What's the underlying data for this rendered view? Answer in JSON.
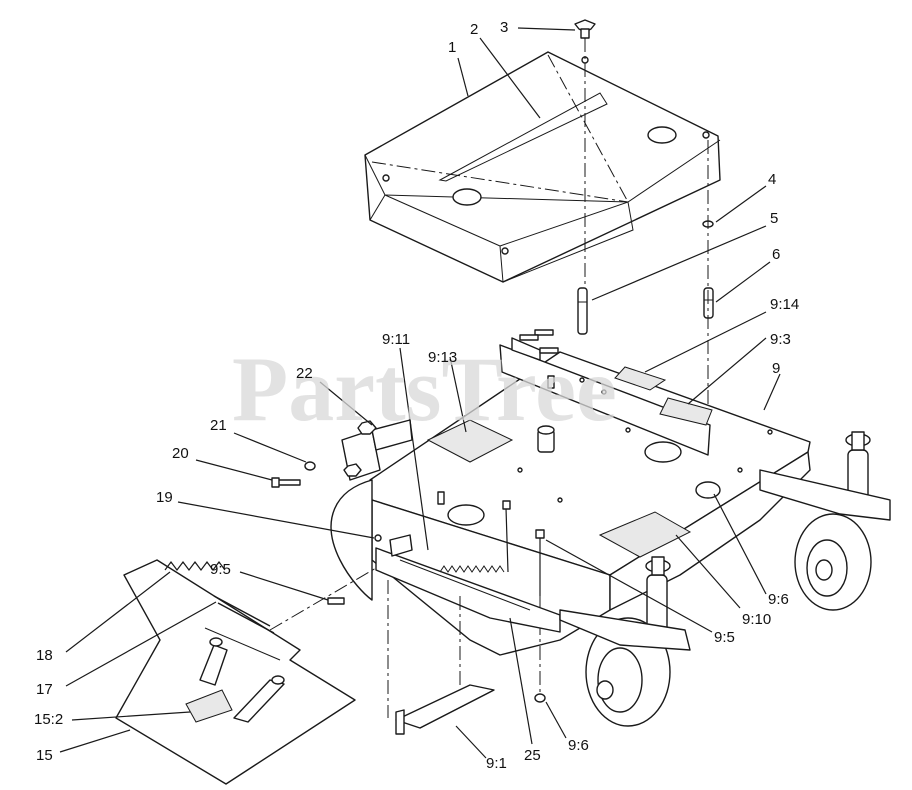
{
  "watermark": "PartsTree",
  "callouts": [
    {
      "id": "c-1",
      "text": "1"
    },
    {
      "id": "c-2",
      "text": "2"
    },
    {
      "id": "c-3",
      "text": "3"
    },
    {
      "id": "c-4",
      "text": "4"
    },
    {
      "id": "c-5",
      "text": "5"
    },
    {
      "id": "c-6",
      "text": "6"
    },
    {
      "id": "c-9-14",
      "text": "9:14"
    },
    {
      "id": "c-9-3",
      "text": "9:3"
    },
    {
      "id": "c-9",
      "text": "9"
    },
    {
      "id": "c-22",
      "text": "22"
    },
    {
      "id": "c-9-11",
      "text": "9:11"
    },
    {
      "id": "c-9-13",
      "text": "9:13"
    },
    {
      "id": "c-21",
      "text": "21"
    },
    {
      "id": "c-20",
      "text": "20"
    },
    {
      "id": "c-19",
      "text": "19"
    },
    {
      "id": "c-9-5a",
      "text": "9:5"
    },
    {
      "id": "c-18",
      "text": "18"
    },
    {
      "id": "c-17",
      "text": "17"
    },
    {
      "id": "c-15-2",
      "text": "15:2"
    },
    {
      "id": "c-15",
      "text": "15"
    },
    {
      "id": "c-9-1",
      "text": "9:1"
    },
    {
      "id": "c-25",
      "text": "25"
    },
    {
      "id": "c-9-6a",
      "text": "9:6"
    },
    {
      "id": "c-9-5b",
      "text": "9:5"
    },
    {
      "id": "c-9-10",
      "text": "9:10"
    },
    {
      "id": "c-9-6b",
      "text": "9:6"
    }
  ]
}
